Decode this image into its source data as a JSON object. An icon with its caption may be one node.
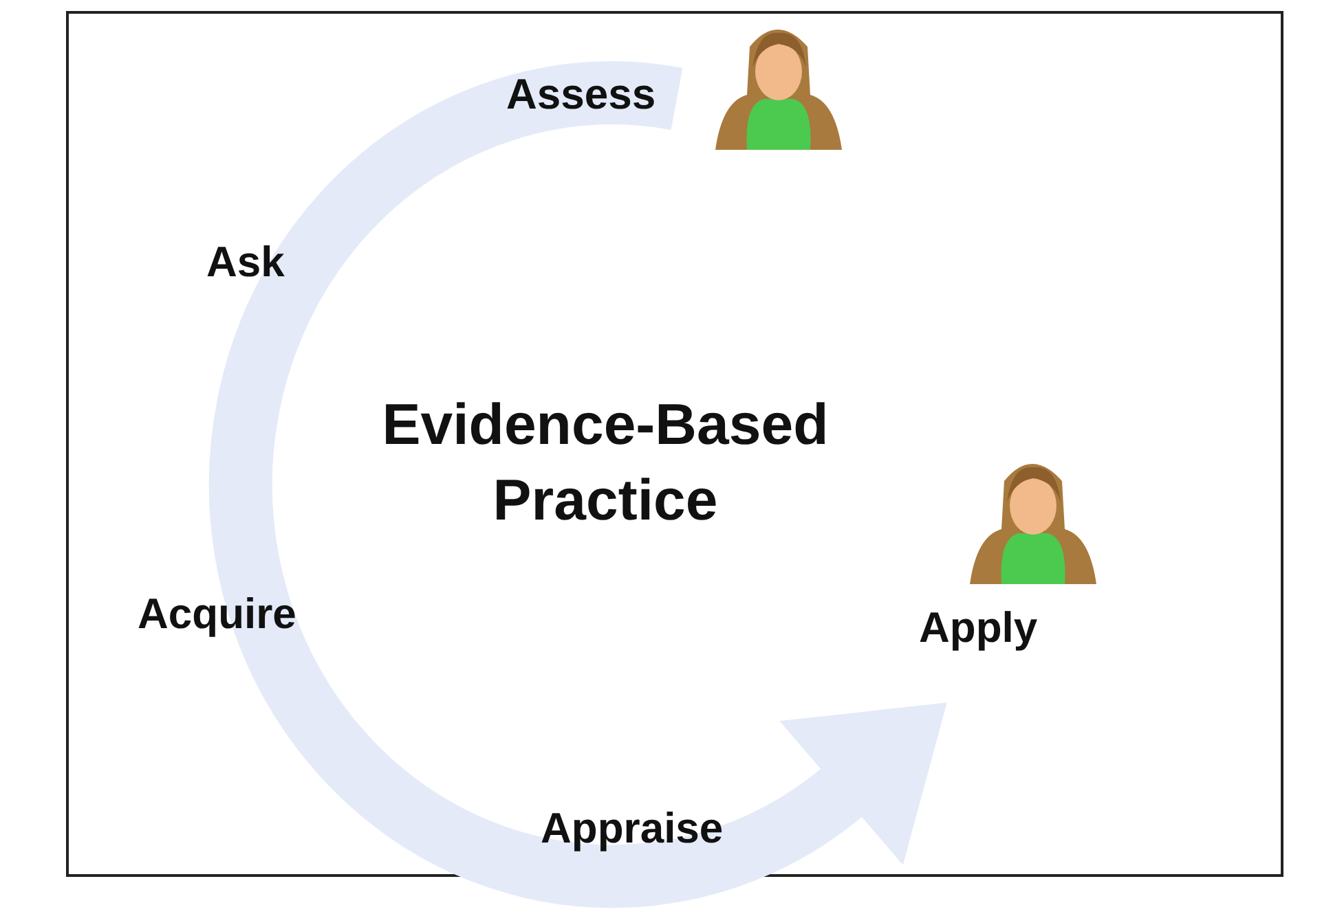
{
  "diagram": {
    "nodes": [
      {
        "text": [
          "Assess"
        ]
      },
      {
        "text": [
          "Ask"
        ]
      },
      {
        "text": [
          "Acquire"
        ]
      },
      {
        "text": [
          "Appraise"
        ]
      },
      {
        "text": [
          "Apply"
        ]
      }
    ],
    "edges": [
      {
        "from": 0,
        "to": 4,
        "arrow": "to"
      }
    ],
    "labels": [
      "Evidence-Based Practice"
    ]
  }
}
